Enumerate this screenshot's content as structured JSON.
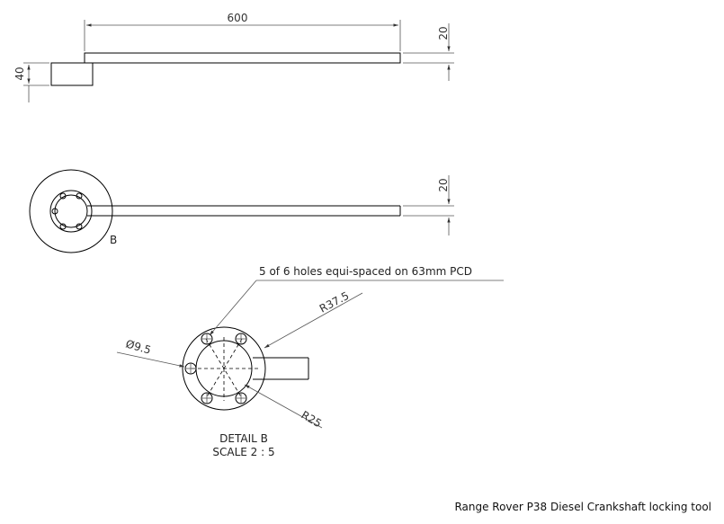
{
  "dimensions": {
    "bar_length": "600",
    "bar_thickness_top": "20",
    "hub_height": "40",
    "bar_thickness_plan": "20",
    "hole_diameter": "Ø9.5",
    "outer_radius": "R37.5",
    "inner_radius": "R25"
  },
  "labels": {
    "detail_ref": "B",
    "holes_note": "5 of 6 holes equi-spaced on 63mm PCD",
    "detail_title": "DETAIL B",
    "detail_scale": "SCALE 2 : 5"
  },
  "title": "Range Rover P38 Diesel Crankshaft locking tool"
}
